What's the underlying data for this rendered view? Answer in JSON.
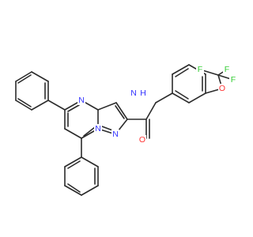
{
  "molecule": {
    "labels": {
      "n_ring_top": "N",
      "n_ring_bottom_left": "N",
      "n_ring_bottom_right": "N",
      "nh": "N",
      "h": "H",
      "o_carbonyl": "O",
      "o_ether": "O",
      "f_top_left": "F",
      "f_top_right": "F",
      "f_right": "F"
    },
    "colors": {
      "bond": "#2b2b2b",
      "nitrogen": "#3333ff",
      "oxygen": "#ff3333",
      "fluorine": "#33cc33"
    }
  }
}
